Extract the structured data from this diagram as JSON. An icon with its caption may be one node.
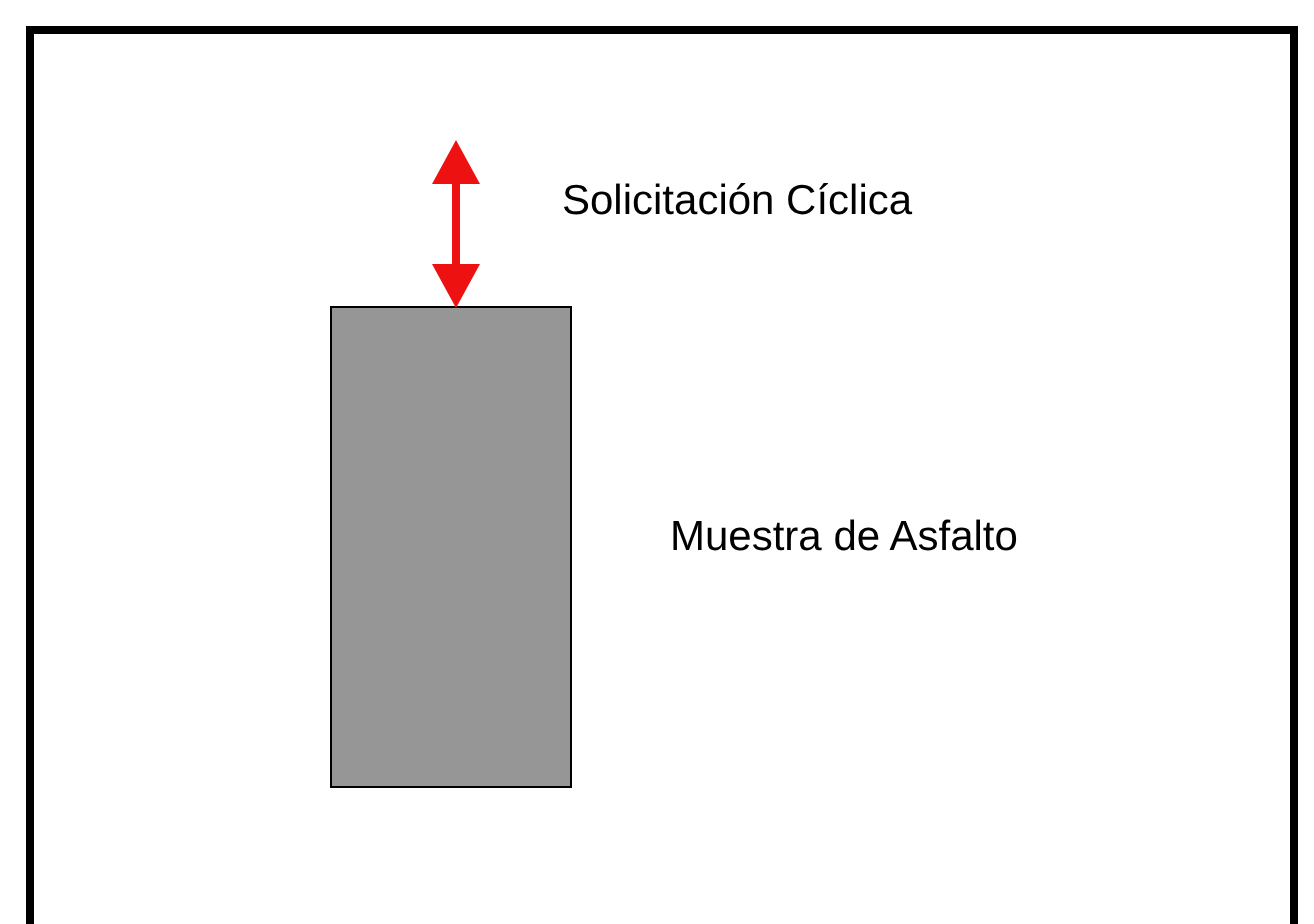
{
  "diagram": {
    "nodes": [
      {
        "text": [],
        "shape": "box",
        "beside": [
          "Muestra de Asfalto"
        ]
      }
    ],
    "labels": [
      "Solicitación Cíclica"
    ]
  }
}
